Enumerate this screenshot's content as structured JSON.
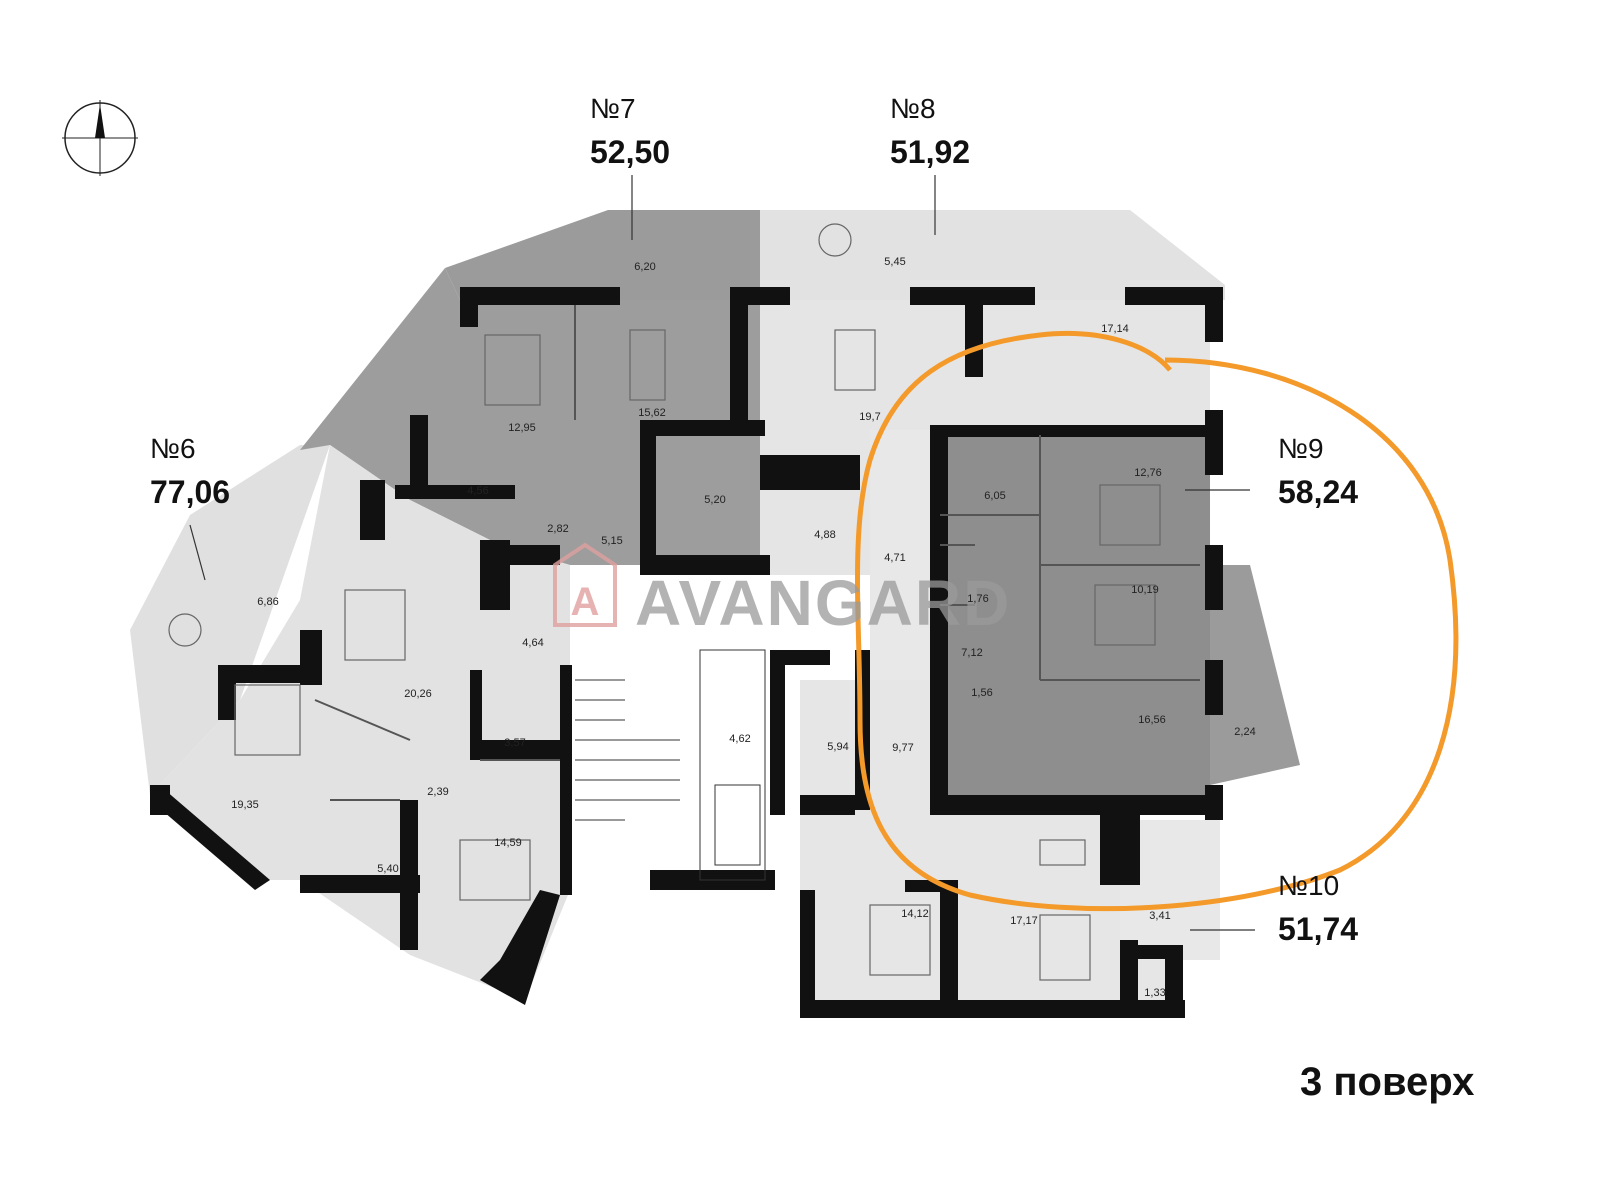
{
  "floor_label": "3 поверх",
  "watermark": "AVANGARD",
  "watermark_logo_letter": "A",
  "highlight_color": "#f39a2b",
  "apartments": [
    {
      "id": "6",
      "number": "№6",
      "area": "77,06"
    },
    {
      "id": "7",
      "number": "№7",
      "area": "52,50"
    },
    {
      "id": "8",
      "number": "№8",
      "area": "51,92"
    },
    {
      "id": "9",
      "number": "№9",
      "area": "58,24",
      "highlighted": true
    },
    {
      "id": "10",
      "number": "№10",
      "area": "51,74"
    }
  ],
  "rooms": {
    "r_620": "6,20",
    "r_545": "5,45",
    "r_1714": "17,14",
    "r_1295": "12,95",
    "r_1562": "15,62",
    "r_197": "19,7",
    "r_456": "4,56",
    "r_282": "2,82",
    "r_515": "5,15",
    "r_520": "5,20",
    "r_488": "4,88",
    "r_471": "4,71",
    "r_605": "6,05",
    "r_1276": "12,76",
    "r_176": "1,76",
    "r_1019": "10,19",
    "r_712": "7,12",
    "r_156": "1,56",
    "r_1656": "16,56",
    "r_224": "2,24",
    "r_686": "6,86",
    "r_464": "4,64",
    "r_2026": "20,26",
    "r_357": "3,57",
    "r_462": "4,62",
    "r_594": "5,94",
    "r_977": "9,77",
    "r_1935": "19,35",
    "r_239": "2,39",
    "r_540": "5,40",
    "r_1459": "14,59",
    "r_1412": "14,12",
    "r_1717": "17,17",
    "r_341": "3,41",
    "r_133": "1,33"
  }
}
